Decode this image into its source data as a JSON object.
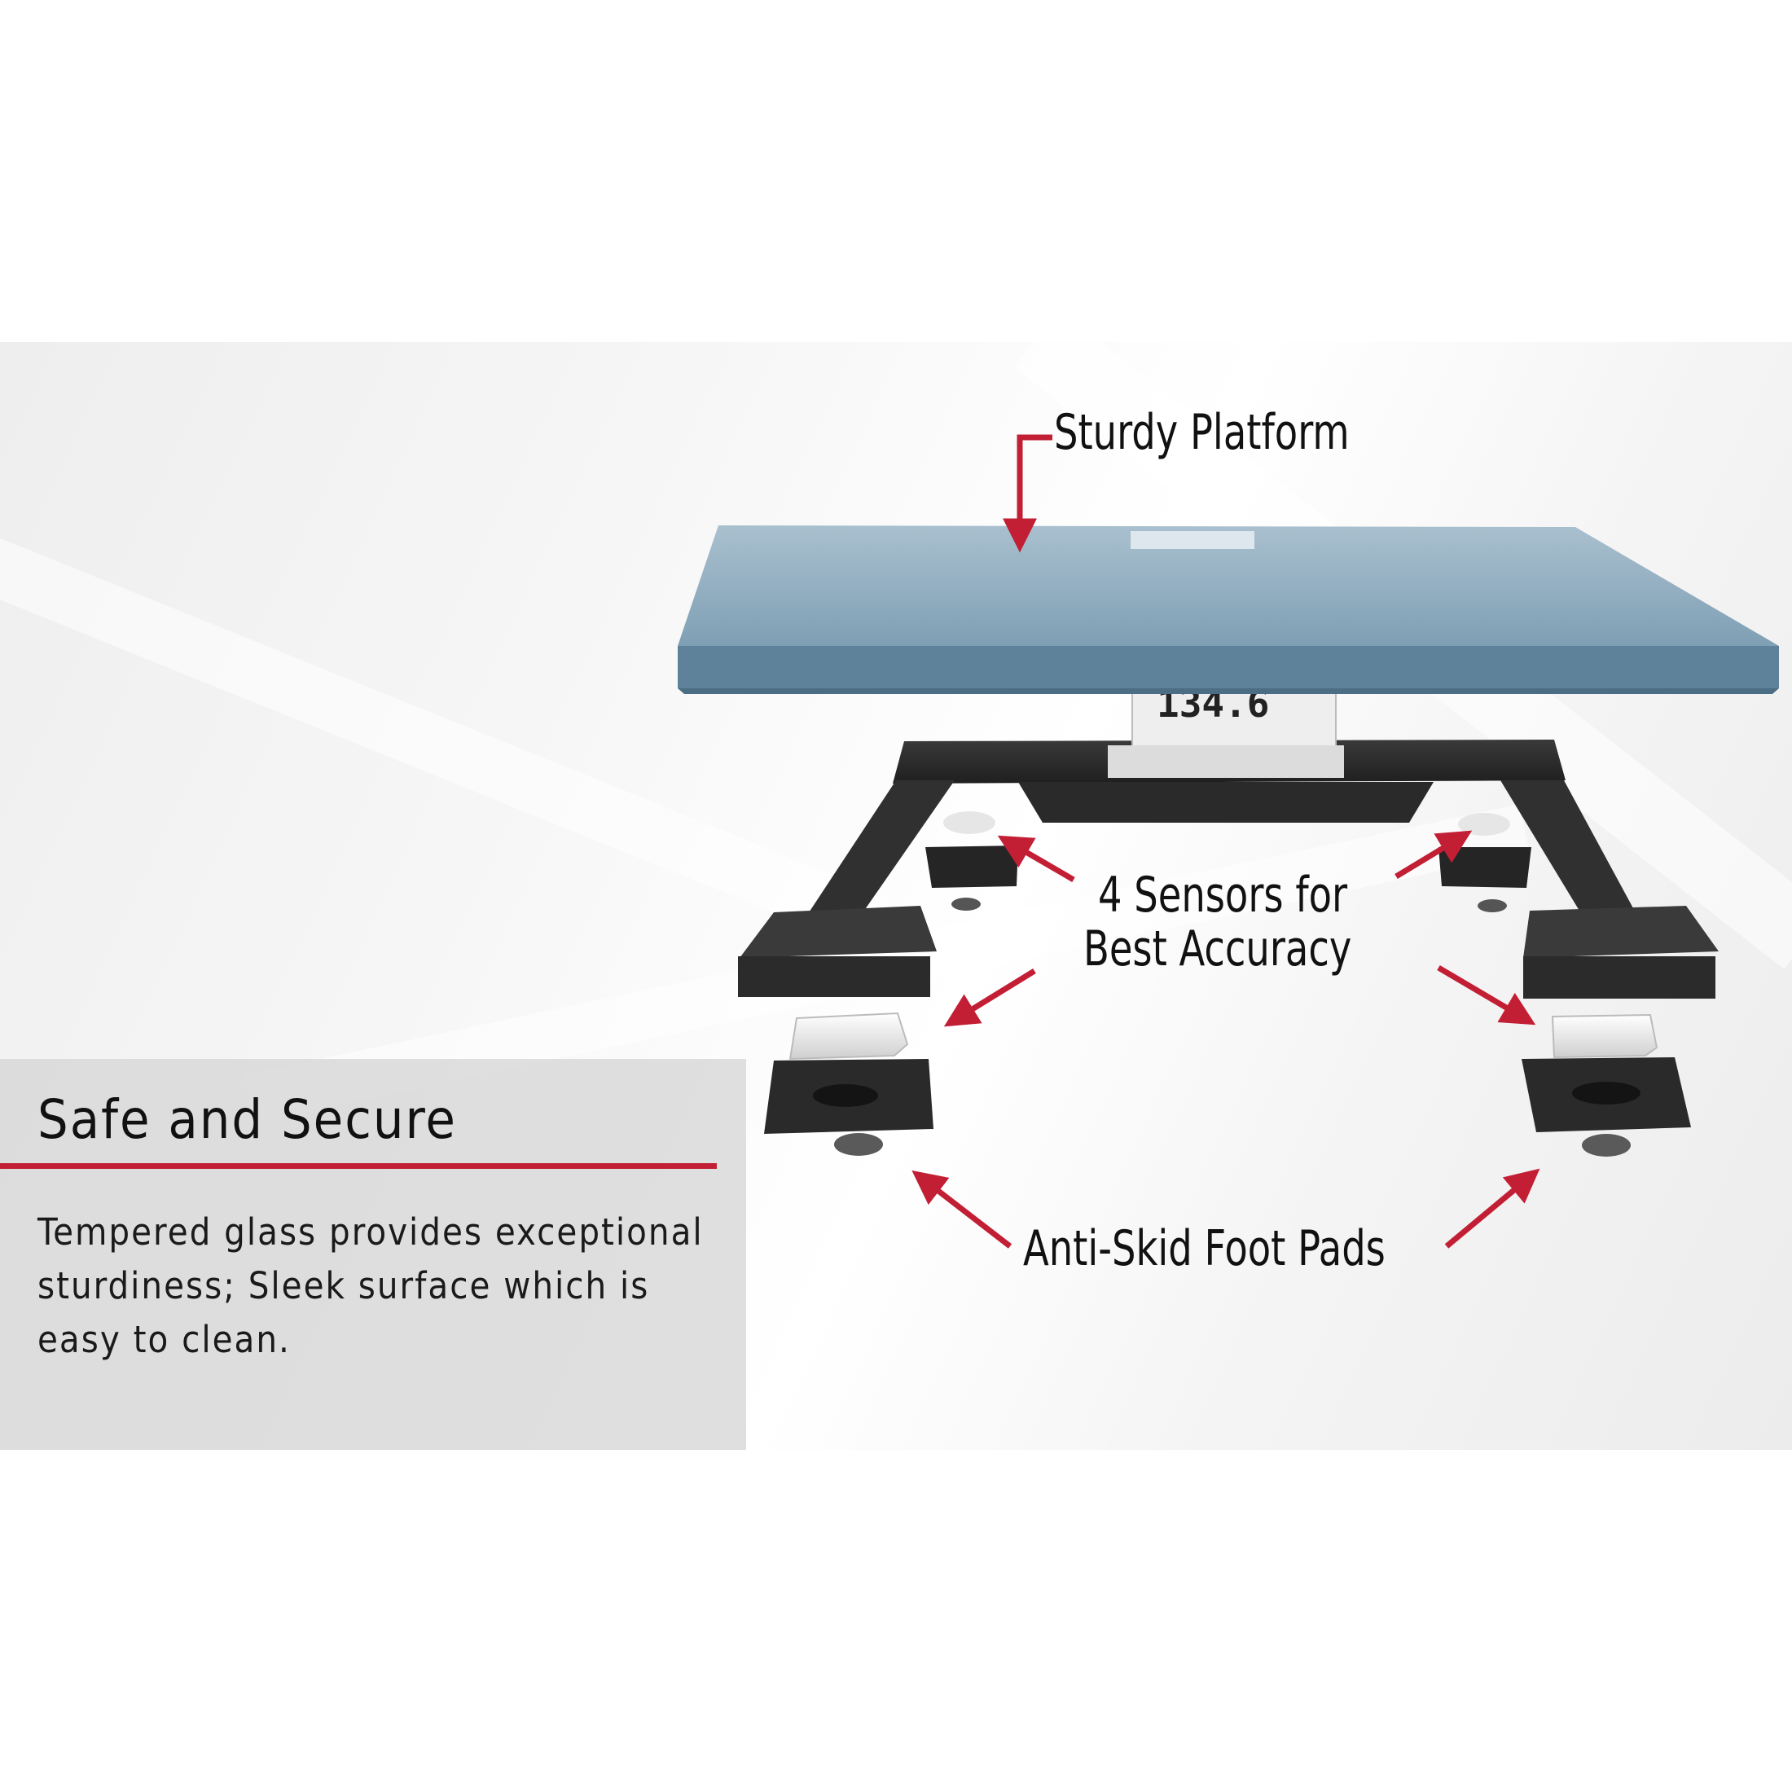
{
  "callouts": {
    "platform": "Sturdy Platform",
    "sensors_line1": "4 Sensors for",
    "sensors_line2": "Best Accuracy",
    "foot_pads": "Anti-Skid Foot Pads"
  },
  "display_reading": "134.6",
  "info_panel": {
    "title": "Safe and Secure",
    "body": "Tempered glass provides exceptional sturdiness; Sleek surface which is easy to clean."
  },
  "colors": {
    "accent": "#c21f35",
    "glass": "#6a8fa5",
    "frame": "#2d2d2d",
    "panel": "#d6d6d6"
  },
  "icons": [
    "arrow-icon"
  ]
}
